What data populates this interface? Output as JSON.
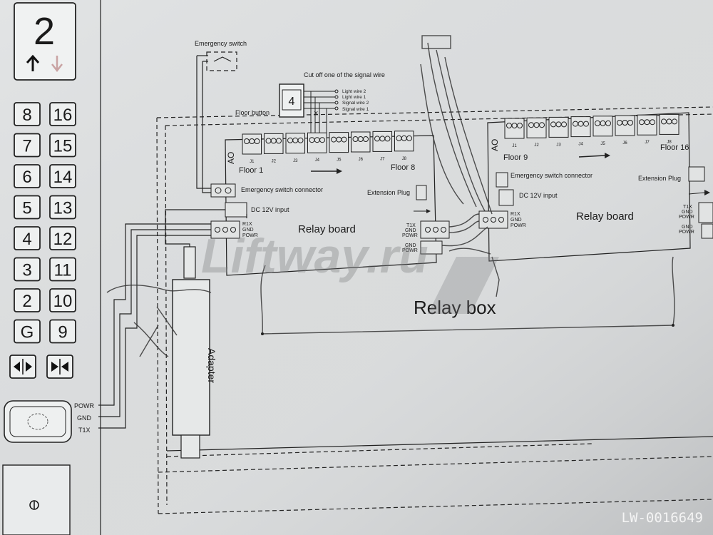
{
  "car_panel": {
    "floor_display": "2",
    "floor_buttons": [
      [
        "8",
        "16"
      ],
      [
        "7",
        "15"
      ],
      [
        "6",
        "14"
      ],
      [
        "5",
        "13"
      ],
      [
        "4",
        "12"
      ],
      [
        "3",
        "11"
      ],
      [
        "2",
        "10"
      ],
      [
        "G",
        "9"
      ]
    ],
    "reader_pins": [
      "POWR",
      "GND",
      "T1X"
    ]
  },
  "emergency_switch_label": "Emergency switch",
  "floor_button": {
    "label": "Floor button",
    "number": "4",
    "note": "Cut off one of the signal wire",
    "wires": [
      "Light wire 2",
      "Light wire 1",
      "Signal wire 2",
      "Signal wire 1"
    ]
  },
  "board1": {
    "floor_start": "Floor 1",
    "floor_end": "Floor 8",
    "ao": "AO",
    "jacks": [
      "J1",
      "J2",
      "J3",
      "J4",
      "J5",
      "J6",
      "J7",
      "J8"
    ],
    "emergency_connector": "Emergency switch connector",
    "dc_input": "DC 12V input",
    "r1x_pins": [
      "R1X",
      "GND",
      "POWR"
    ],
    "extension_plug": "Extension Plug",
    "t1x_pins": [
      "T1X",
      "GND",
      "POWR"
    ],
    "gnd_powr_pins": [
      "GND",
      "POWR"
    ],
    "title": "Relay board"
  },
  "board2": {
    "floor_start": "Floor 9",
    "floor_end": "Floor 16",
    "ao": "AO",
    "jacks": [
      "J1",
      "J2",
      "J3",
      "J4",
      "J5",
      "J6",
      "J7",
      "J8"
    ],
    "emergency_connector": "Emergency switch connector",
    "dc_input": "DC 12V input",
    "r1x_pins": [
      "R1X",
      "GND",
      "POWR"
    ],
    "extension_plug": "Extension Plug",
    "t1x_pins": [
      "T1X",
      "GND",
      "POWR"
    ],
    "gnd_powr_pins": [
      "GND",
      "POWR"
    ],
    "title": "Relay board"
  },
  "adapter_label": "Adapter",
  "relay_box_label": "Relay box",
  "watermark": "Liftway.ru",
  "image_id": "LW-0016649"
}
